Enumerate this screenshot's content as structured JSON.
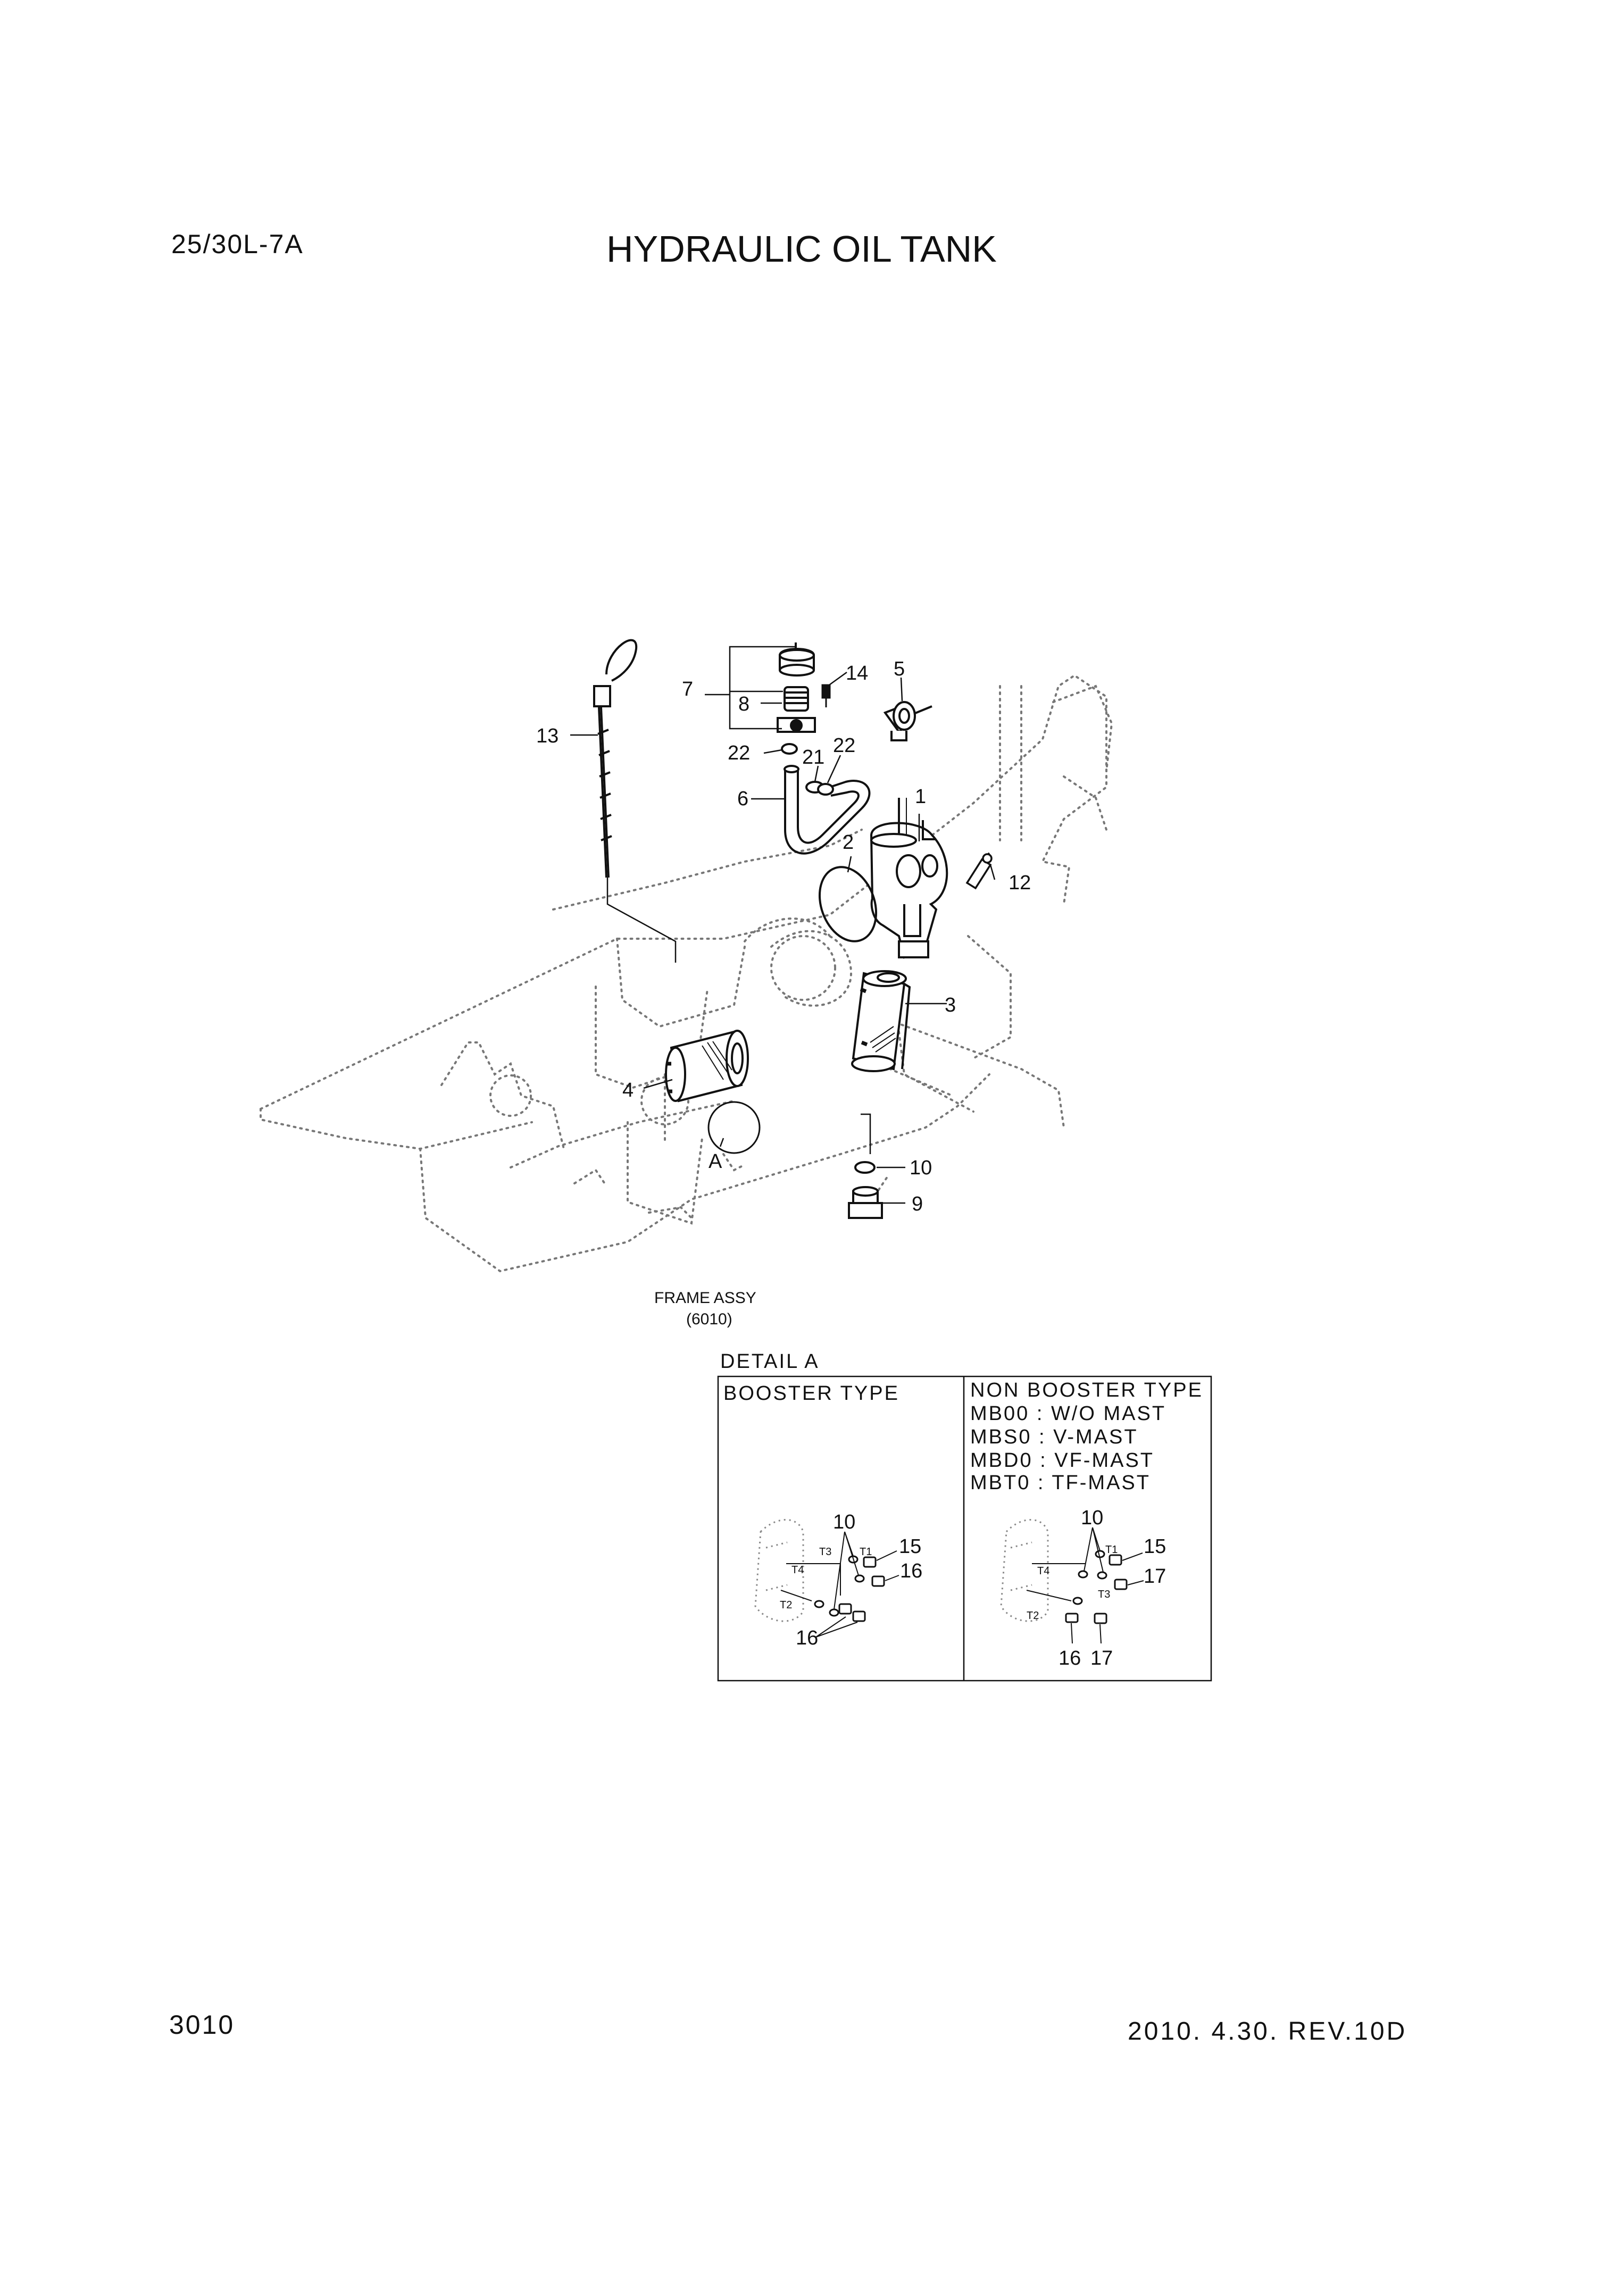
{
  "header": {
    "model": "25/30L-7A",
    "title": "HYDRAULIC OIL TANK"
  },
  "footer": {
    "page_number": "3010",
    "revision": "2010. 4.30.  REV.10D"
  },
  "callouts": {
    "c1": "1",
    "c2": "2",
    "c3": "3",
    "c4": "4",
    "c5": "5",
    "c6": "6",
    "c7": "7",
    "c8": "8",
    "c9": "9",
    "c10": "10",
    "c12": "12",
    "c13": "13",
    "c14": "14",
    "c21": "21",
    "c22a": "22",
    "c22b": "22",
    "detail_ref": "A"
  },
  "frame_label": {
    "line1": "FRAME ASSY",
    "line2": "(6010)"
  },
  "detail": {
    "title": "DETAIL A",
    "booster": {
      "header": "BOOSTER TYPE",
      "c10": "10",
      "c15": "15",
      "c16a": "16",
      "c16b": "16",
      "t1": "T1",
      "t2": "T2",
      "t3": "T3",
      "t4": "T4"
    },
    "non_booster": {
      "header": "NON BOOSTER TYPE",
      "lines": [
        "MB00 : W/O MAST",
        "MBS0 : V-MAST",
        "MBD0 : VF-MAST",
        "MBT0 : TF-MAST"
      ],
      "c10": "10",
      "c15": "15",
      "c17a": "17",
      "c16": "16",
      "c17b": "17",
      "t1": "T1",
      "t2": "T2",
      "t3": "T3",
      "t4": "T4"
    }
  }
}
